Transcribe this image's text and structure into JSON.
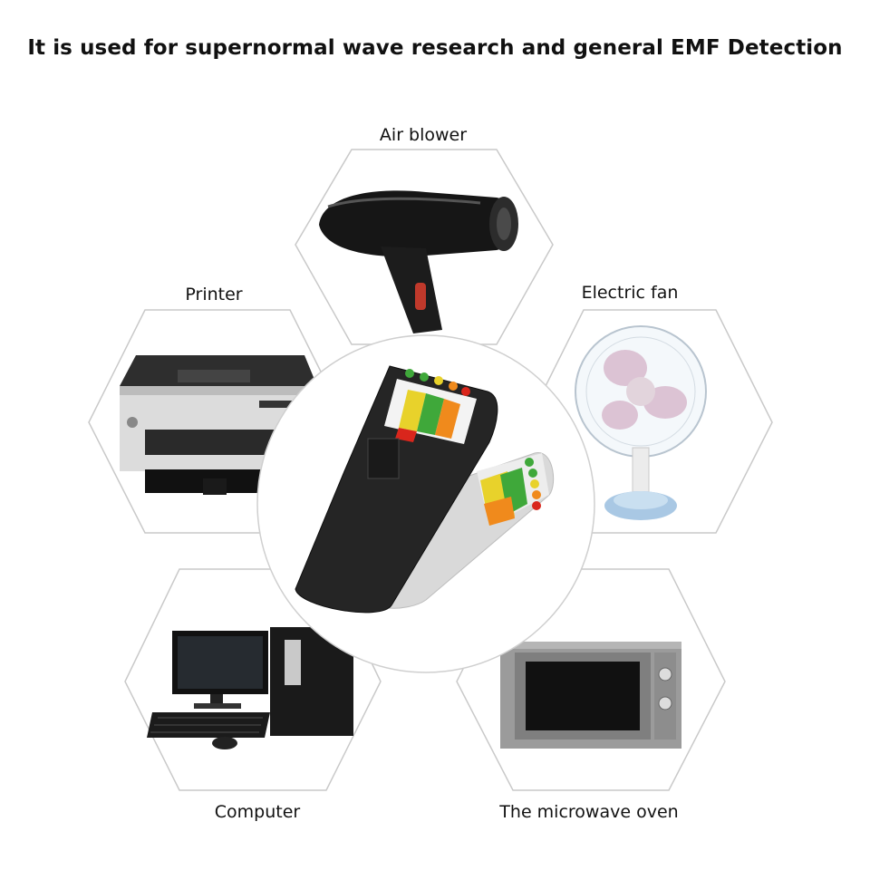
{
  "headline": "It is used for supernormal wave research and general EMF Detection",
  "appliances": {
    "air_blower": "Air blower",
    "printer": "Printer",
    "electric_fan": "Electric fan",
    "computer": "Computer",
    "microwave": "The microwave oven"
  },
  "colors": {
    "hex_outline": "#c9c9c9",
    "meter_dark": "#2a2a2a",
    "meter_light": "#e6e6e6",
    "led_green": "#3fa83a",
    "led_yellow": "#e8d22b",
    "led_orange": "#f08a1c",
    "led_red": "#d9261c"
  }
}
